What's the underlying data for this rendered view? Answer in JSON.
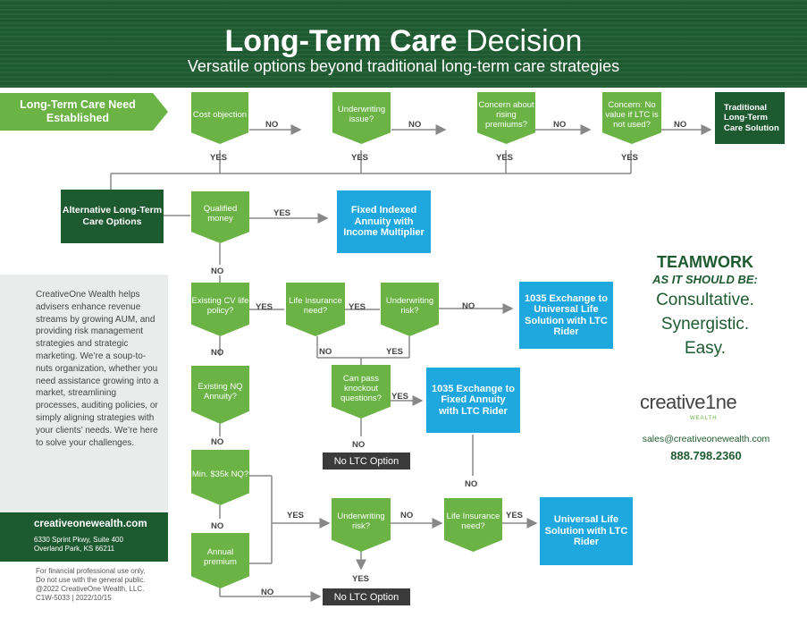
{
  "header": {
    "title_bold": "Long-Term Care",
    "title_light": "Decision",
    "subtitle": "Versatile options beyond traditional long-term care strategies"
  },
  "colors": {
    "dark_green": "#1e5a30",
    "green": "#6ab344",
    "blue": "#1fa8e0",
    "dark_gray": "#3b3b3b"
  },
  "flow": {
    "start": "Long-Term Care Need Established",
    "q_cost": "Cost objection",
    "q_underwriting1": "Underwriting issue?",
    "q_concern_premiums": "Concern about rising premiums?",
    "q_concern_value": "Concern: No value if LTC is not used?",
    "traditional": "Traditional Long-Term Care Solution",
    "alternative": "Alternative Long-Term Care Options",
    "q_qualified": "Qualified money",
    "fixed_indexed": "Fixed Indexed Annuity with Income Multiplier",
    "q_existing_cv": "Existing CV life policy?",
    "q_life_need": "Life Insurance need?",
    "q_underwriting2": "Underwriting risk?",
    "exchange_ul": "1035 Exchange to Universal Life Solution with LTC Rider",
    "q_knockout": "Can pass knockout questions?",
    "exchange_fixed": "1035 Exchange to Fixed Annuity with LTC Rider",
    "no_ltc_1": "No LTC Option",
    "q_existing_nq": "Existing NQ Annuity?",
    "q_min35k": "Min. $35k NQ?",
    "q_annual": "Annual premium",
    "q_underwriting3": "Underwriting risk?",
    "q_life_need2": "Life Insurance need?",
    "ul_solution": "Universal Life Solution with LTC Rider",
    "no_ltc_2": "No LTC Option",
    "yes": "YES",
    "no": "NO"
  },
  "side": {
    "about": "CreativeOne Wealth helps advisers enhance revenue streams by growing AUM, and providing risk management strategies and strategic marketing. We’re a soup-to-nuts organization, whether you need assistance growing into a market, streamlining processes, auditing policies, or simply aligning strategies with your clients’ needs. We’re here to solve your challenges.",
    "website": "creativeonewealth.com",
    "address1": "6330 Sprint Pkwy, Suite 400",
    "address2": "Overland Park, KS 66211",
    "fine1": "For financial professional use only.",
    "fine2": "Do not use with the general public.",
    "fine3": "@2022 CreativeOne Wealth, LLC.",
    "fine4": "C1W-5033 | 2022/10/15"
  },
  "right": {
    "teamwork": "TEAMWORK",
    "as_it_should": "AS IT SHOULD BE:",
    "line1": "Consultative.",
    "line2": "Synergistic.",
    "line3": "Easy.",
    "logo_text": "creative1ne",
    "logo_sub": "WEALTH",
    "email": "sales@creativeonewealth.com",
    "phone": "888.798.2360"
  }
}
